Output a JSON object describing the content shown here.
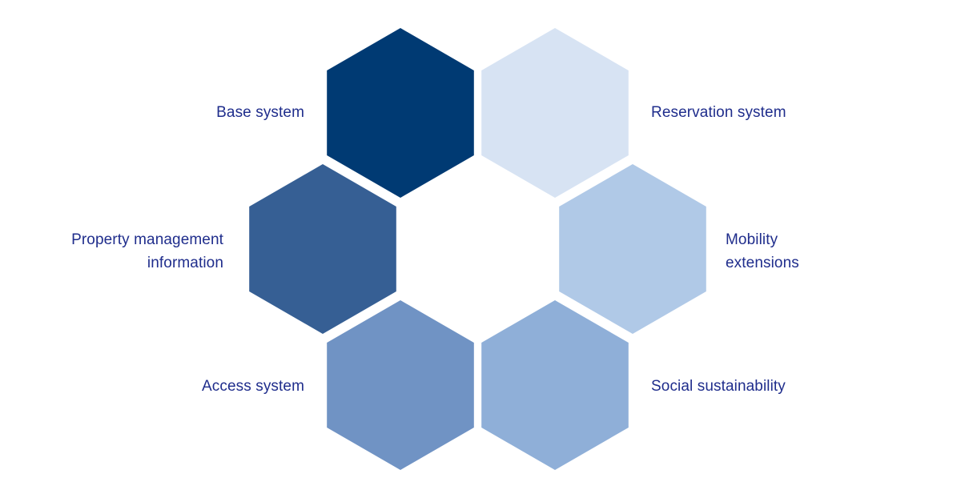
{
  "modules": [
    {
      "id": "base",
      "lines": [
        "Base system"
      ],
      "color": "#003a73"
    },
    {
      "id": "reservation",
      "lines": [
        "Reservation system"
      ],
      "color": "#d7e3f3"
    },
    {
      "id": "property",
      "lines": [
        "Property management",
        "information"
      ],
      "color": "#365f94"
    },
    {
      "id": "mobility",
      "lines": [
        "Mobility",
        "extensions"
      ],
      "color": "#b0c9e7"
    },
    {
      "id": "access",
      "lines": [
        "Access system"
      ],
      "color": "#7093c4"
    },
    {
      "id": "social",
      "lines": [
        "Social sustainability"
      ],
      "color": "#8fafd8"
    }
  ],
  "colors": {
    "label_text": "#1f2d8c",
    "background": "#ffffff"
  }
}
